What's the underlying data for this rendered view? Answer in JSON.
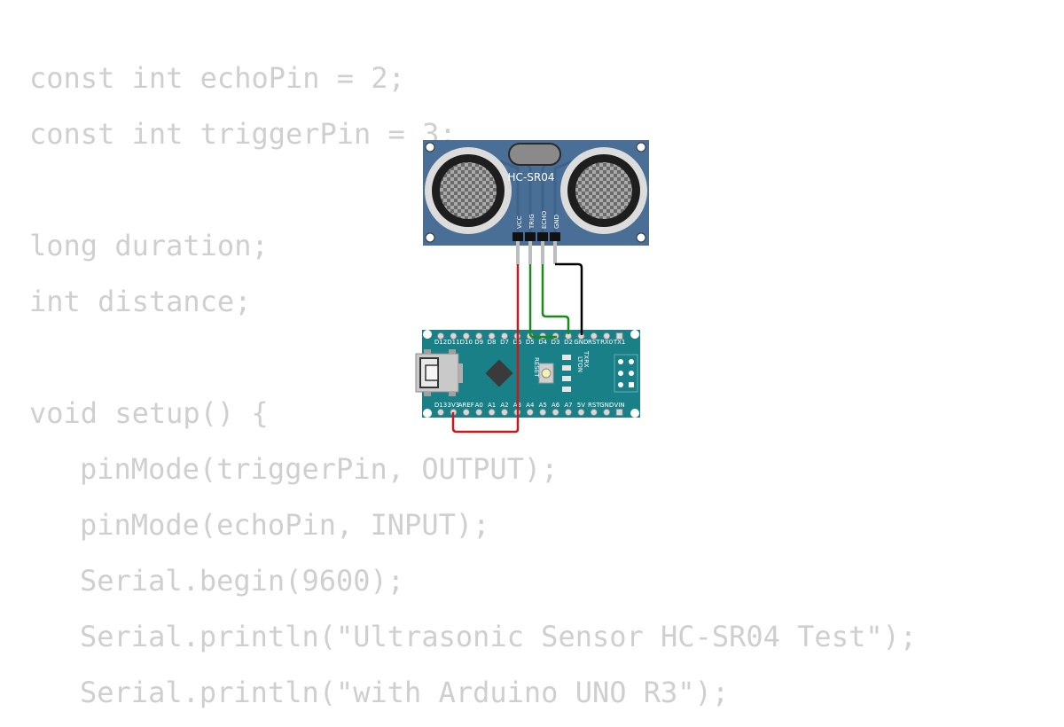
{
  "code": {
    "lines": [
      "const int echoPin = 2;",
      "const int triggerPin = 3;",
      "",
      "long duration;",
      "int distance;",
      "",
      "void setup() {",
      "pinMode(triggerPin, OUTPUT);",
      "pinMode(echoPin, INPUT);",
      "Serial.begin(9600);",
      "Serial.println(\"Ultrasonic Sensor HC-SR04 Test\");",
      "Serial.println(\"with Arduino UNO R3\");"
    ]
  },
  "sensor": {
    "label": "HC-SR04",
    "pins": [
      "VCC",
      "TRIG",
      "ECHO",
      "GND"
    ],
    "board_color": "#4a6f96"
  },
  "arduino": {
    "board_color": "#1a8088",
    "top_pins": [
      "D12",
      "D11",
      "D10",
      "D9",
      "D8",
      "D7",
      "D6",
      "D5",
      "D4",
      "D3",
      "D2",
      "GND",
      "RST",
      "RX0",
      "TX1"
    ],
    "bottom_pins": [
      "D13",
      "3V3",
      "AREF",
      "A0",
      "A1",
      "A2",
      "A3",
      "A4",
      "A5",
      "A6",
      "A7",
      "5V",
      "RST",
      "GND",
      "VIN"
    ],
    "reset_label": "RESET",
    "led_labels": [
      "TXRX",
      "LTON"
    ]
  },
  "wires": {
    "vcc_color": "#c8181c",
    "signal_color": "#1a8a1a",
    "gnd_color": "#000000"
  }
}
